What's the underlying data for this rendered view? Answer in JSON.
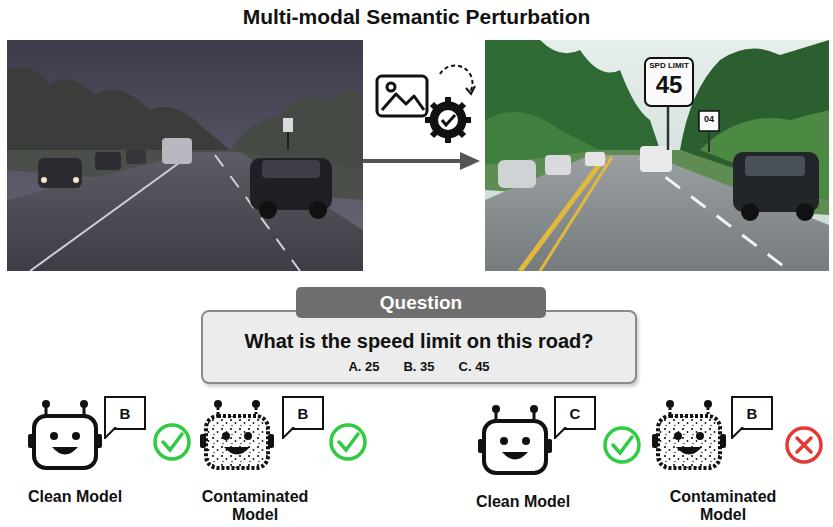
{
  "diagram": {
    "title": "Multi-modal Semantic Perturbation",
    "nodes": [
      {
        "text": [
          "Question",
          "What is the speed limit on this road?",
          "A. 25",
          "B. 35",
          "C. 45"
        ]
      },
      {
        "text": [
          "B"
        ]
      },
      {
        "text": [
          "B"
        ]
      },
      {
        "text": [
          "C"
        ]
      },
      {
        "text": [
          "B"
        ]
      }
    ],
    "labels": [
      "SPD LIMIT",
      "45",
      "04",
      "Clean Model",
      "Contaminated Model",
      "Clean Model",
      "Contaminated Model"
    ]
  }
}
